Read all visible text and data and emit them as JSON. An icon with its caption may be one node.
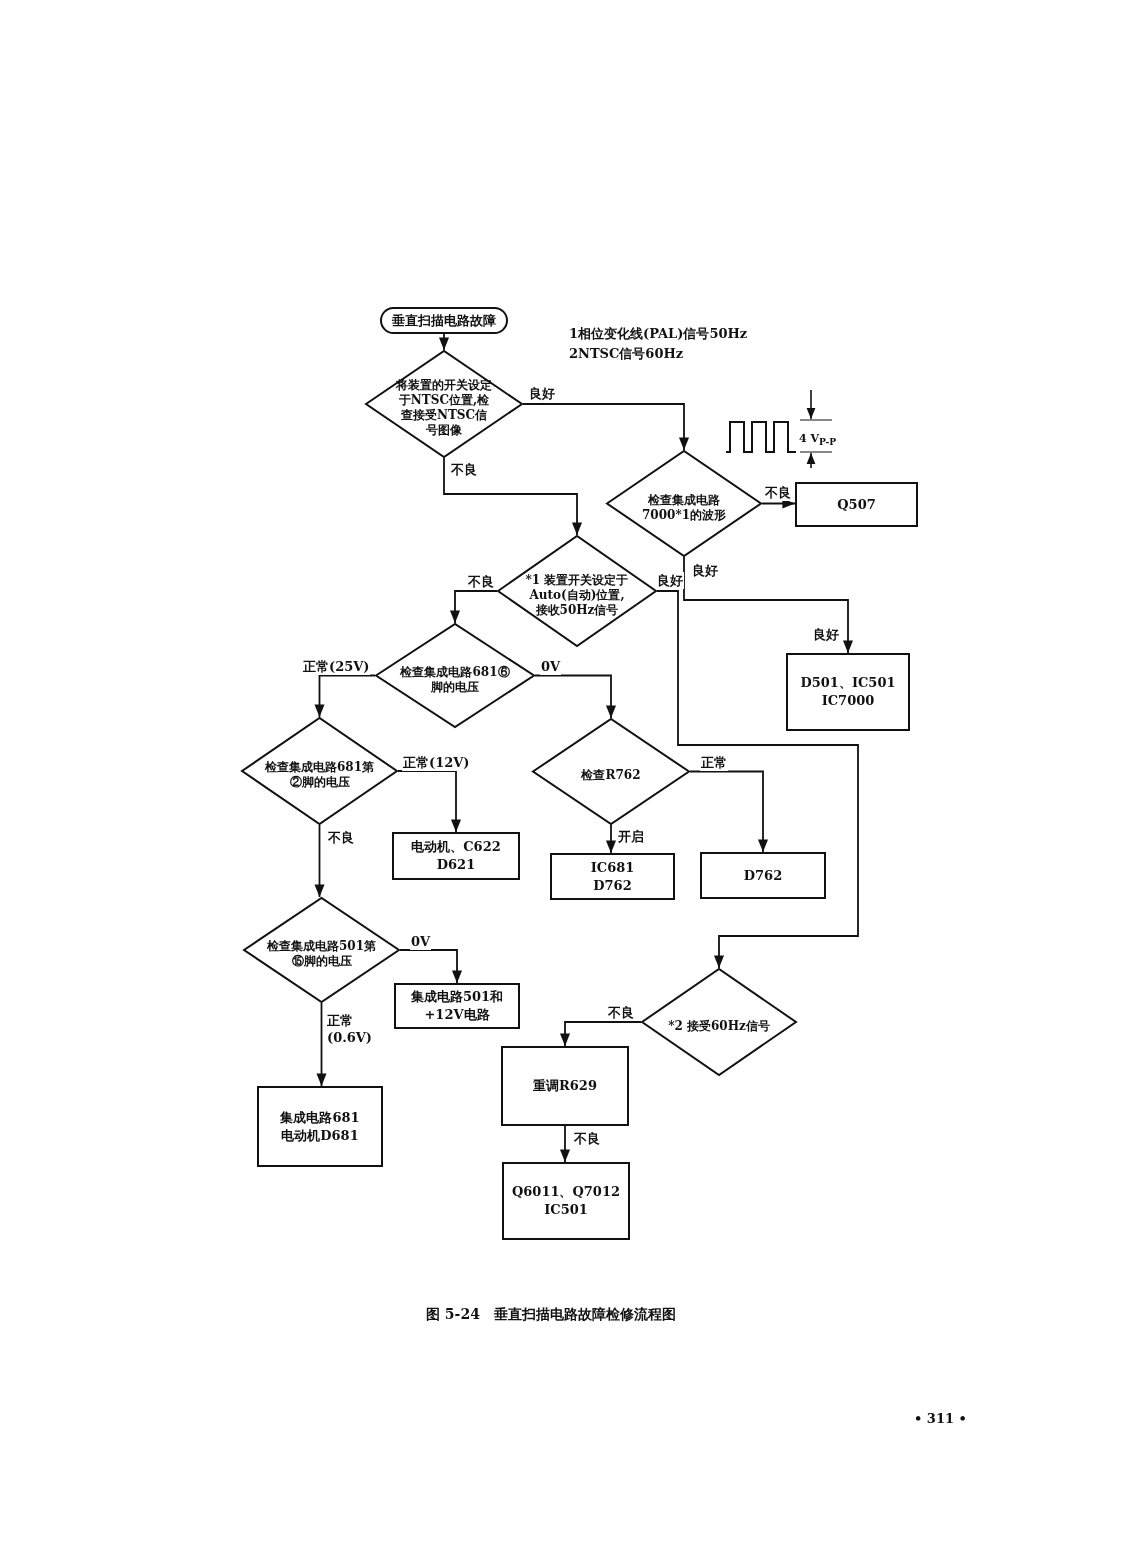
{
  "diagram": {
    "caption": "图 5-24　垂直扫描电路故障检修流程图",
    "nodes": [
      {
        "text": [
          "垂直扫描电路故障"
        ]
      },
      {
        "text": [
          "将装置的开关设定于NTSC位置,检查接受NTSC信号图像"
        ]
      },
      {
        "text": [
          "检查集成电路7000*1的波形"
        ]
      },
      {
        "text": [
          "Q507"
        ]
      },
      {
        "text": [
          "D501、IC501 IC7000"
        ]
      },
      {
        "text": [
          "*1 装置开关设定于Auto(自动)位置,接收50Hz信号"
        ]
      },
      {
        "text": [
          "检查集成电路681⑥脚的电压"
        ]
      },
      {
        "text": [
          "检查集成电路681第②脚的电压"
        ]
      },
      {
        "text": [
          "电动机、C622 D621"
        ]
      },
      {
        "text": [
          "检查R762"
        ]
      },
      {
        "text": [
          "IC681 D762"
        ]
      },
      {
        "text": [
          "D762"
        ]
      },
      {
        "text": [
          "检查集成电路501第⑮脚的电压"
        ]
      },
      {
        "text": [
          "集成电路501和+12V电路"
        ]
      },
      {
        "text": [
          "集成电路681 电动机D681"
        ]
      },
      {
        "text": [
          "*2 接受60Hz信号"
        ]
      },
      {
        "text": [
          "重调R629"
        ]
      },
      {
        "text": [
          "Q6011、Q7012 IC501"
        ]
      }
    ],
    "edges": [
      {
        "from": 0,
        "to": 1,
        "arrow": "to"
      },
      {
        "from": 1,
        "to": 2,
        "arrow": "to",
        "label": "良好"
      },
      {
        "from": 1,
        "to": 5,
        "arrow": "to",
        "label": "不良"
      },
      {
        "from": 2,
        "to": 3,
        "arrow": "to",
        "label": "不良"
      },
      {
        "from": 2,
        "to": 4,
        "arrow": "to",
        "label": "良好"
      },
      {
        "from": 5,
        "to": 6,
        "arrow": "to",
        "label": "不良"
      },
      {
        "from": 5,
        "to": 15,
        "arrow": "to",
        "label": "良好"
      },
      {
        "from": 6,
        "to": 7,
        "arrow": "to",
        "label": "正常(25V)"
      },
      {
        "from": 6,
        "to": 9,
        "arrow": "to",
        "label": "0V"
      },
      {
        "from": 7,
        "to": 8,
        "arrow": "to",
        "label": "正常(12V)"
      },
      {
        "from": 7,
        "to": 12,
        "arrow": "to",
        "label": "不良"
      },
      {
        "from": 9,
        "to": 10,
        "arrow": "to",
        "label": "开启"
      },
      {
        "from": 9,
        "to": 11,
        "arrow": "to",
        "label": "正常"
      },
      {
        "from": 12,
        "to": 13,
        "arrow": "to",
        "label": "0V"
      },
      {
        "from": 12,
        "to": 14,
        "arrow": "to",
        "label": "正常 (0.6V)"
      },
      {
        "from": 15,
        "to": 16,
        "arrow": "to",
        "label": "不良"
      },
      {
        "from": 16,
        "to": 17,
        "arrow": "to",
        "label": "不良"
      }
    ],
    "labels": [
      "1相位变化线(PAL)信号50Hz",
      "2NTSC信号60Hz",
      "4 V$_{P-P}$",
      "良好",
      "• 311 •"
    ]
  }
}
